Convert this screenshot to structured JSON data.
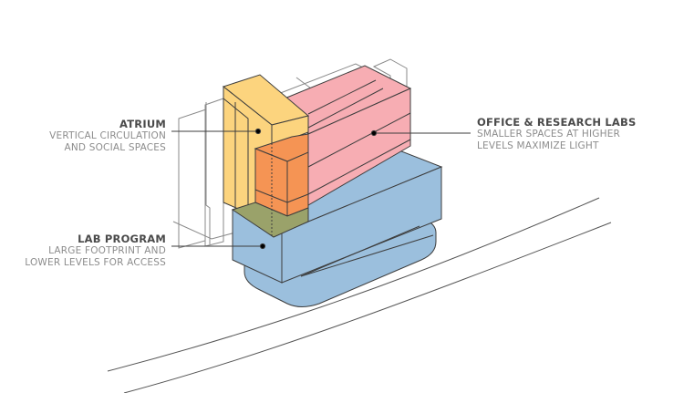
{
  "diagram": {
    "labels": {
      "atrium": {
        "title": "ATRIUM",
        "desc_line1": "VERTICAL CIRCULATION",
        "desc_line2": "AND SOCIAL SPACES"
      },
      "lab_program": {
        "title": "LAB PROGRAM",
        "desc_line1": "LARGE FOOTPRINT AND",
        "desc_line2": "LOWER LEVELS FOR ACCESS"
      },
      "office_research": {
        "title": "OFFICE & RESEARCH LABS",
        "desc_line1": "SMALLER SPACES AT HIGHER",
        "desc_line2": "LEVELS MAXIMIZE LIGHT"
      }
    },
    "colors": {
      "atrium": "#fcd47e",
      "office": "#f7adb3",
      "lab": "#9bbfdd",
      "overlap_orange": "#f59454",
      "overlap_olive": "#9aa26a",
      "outline": "#3d3d3d",
      "context": "#8a8a8a"
    }
  }
}
